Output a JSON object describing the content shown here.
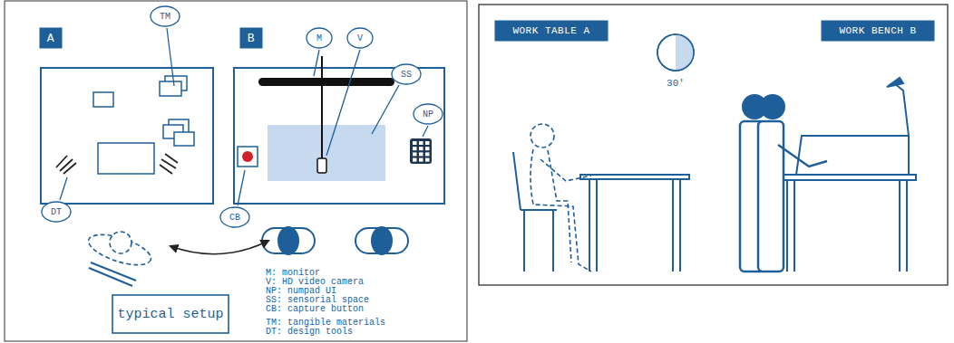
{
  "diagram": {
    "nodes": [
      {
        "text": [
          "A"
        ]
      },
      {
        "text": [
          "TM"
        ]
      },
      {
        "text": [
          "B"
        ]
      },
      {
        "text": [
          "M"
        ]
      },
      {
        "text": [
          "V"
        ]
      },
      {
        "text": [
          "SS"
        ]
      },
      {
        "text": [
          "NP"
        ]
      },
      {
        "text": [
          "DT"
        ]
      },
      {
        "text": [
          "CB"
        ]
      },
      {
        "text": [
          "typical setup"
        ]
      },
      {
        "text": [
          "WORK TABLE A"
        ]
      },
      {
        "text": [
          "WORK BENCH B"
        ]
      }
    ],
    "labels": [
      "M: monitor",
      "V: HD video camera",
      "NP: numpad UI",
      "SS: sensorial space",
      "CB: capture button",
      "TM: tangible materials",
      "DT: design tools",
      "30'"
    ]
  }
}
